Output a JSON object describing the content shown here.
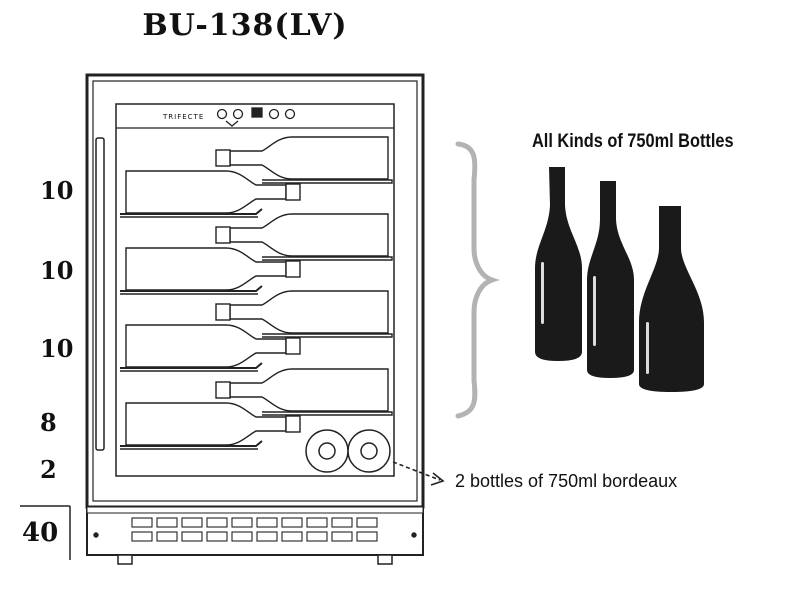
{
  "title": "BU-138(LV)",
  "brand": "TRIFECTE",
  "shelf_counts": [
    "10",
    "10",
    "10",
    "8",
    "2"
  ],
  "total": "40",
  "captions": {
    "top": "All Kinds of 750ml Bottles",
    "bottom": "2 bottles of 750ml bordeaux"
  },
  "colors": {
    "line": "#222222",
    "bracket": "#b3b3b3",
    "bottle": "#1a1a1a"
  }
}
